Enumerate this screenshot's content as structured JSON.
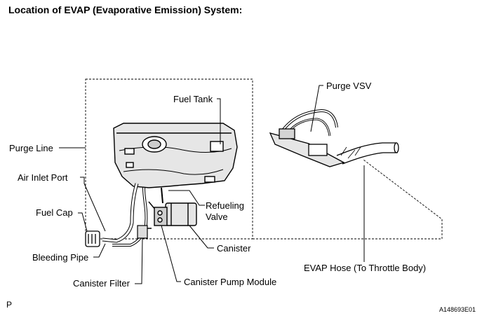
{
  "title": "Location of EVAP (Evaporative Emission) System:",
  "labels": {
    "fuel_tank": "Fuel Tank",
    "purge_line": "Purge Line",
    "air_inlet_port": "Air Inlet Port",
    "fuel_cap": "Fuel Cap",
    "bleeding_pipe": "Bleeding Pipe",
    "canister_filter": "Canister Filter",
    "refueling_valve_1": "Refueling",
    "refueling_valve_2": "Valve",
    "canister": "Canister",
    "canister_pump_module": "Canister Pump Module",
    "purge_vsv": "Purge VSV",
    "evap_hose": "EVAP Hose (To Throttle Body)"
  },
  "footer": {
    "left_mark": "P",
    "figure_id": "A148693E01"
  }
}
